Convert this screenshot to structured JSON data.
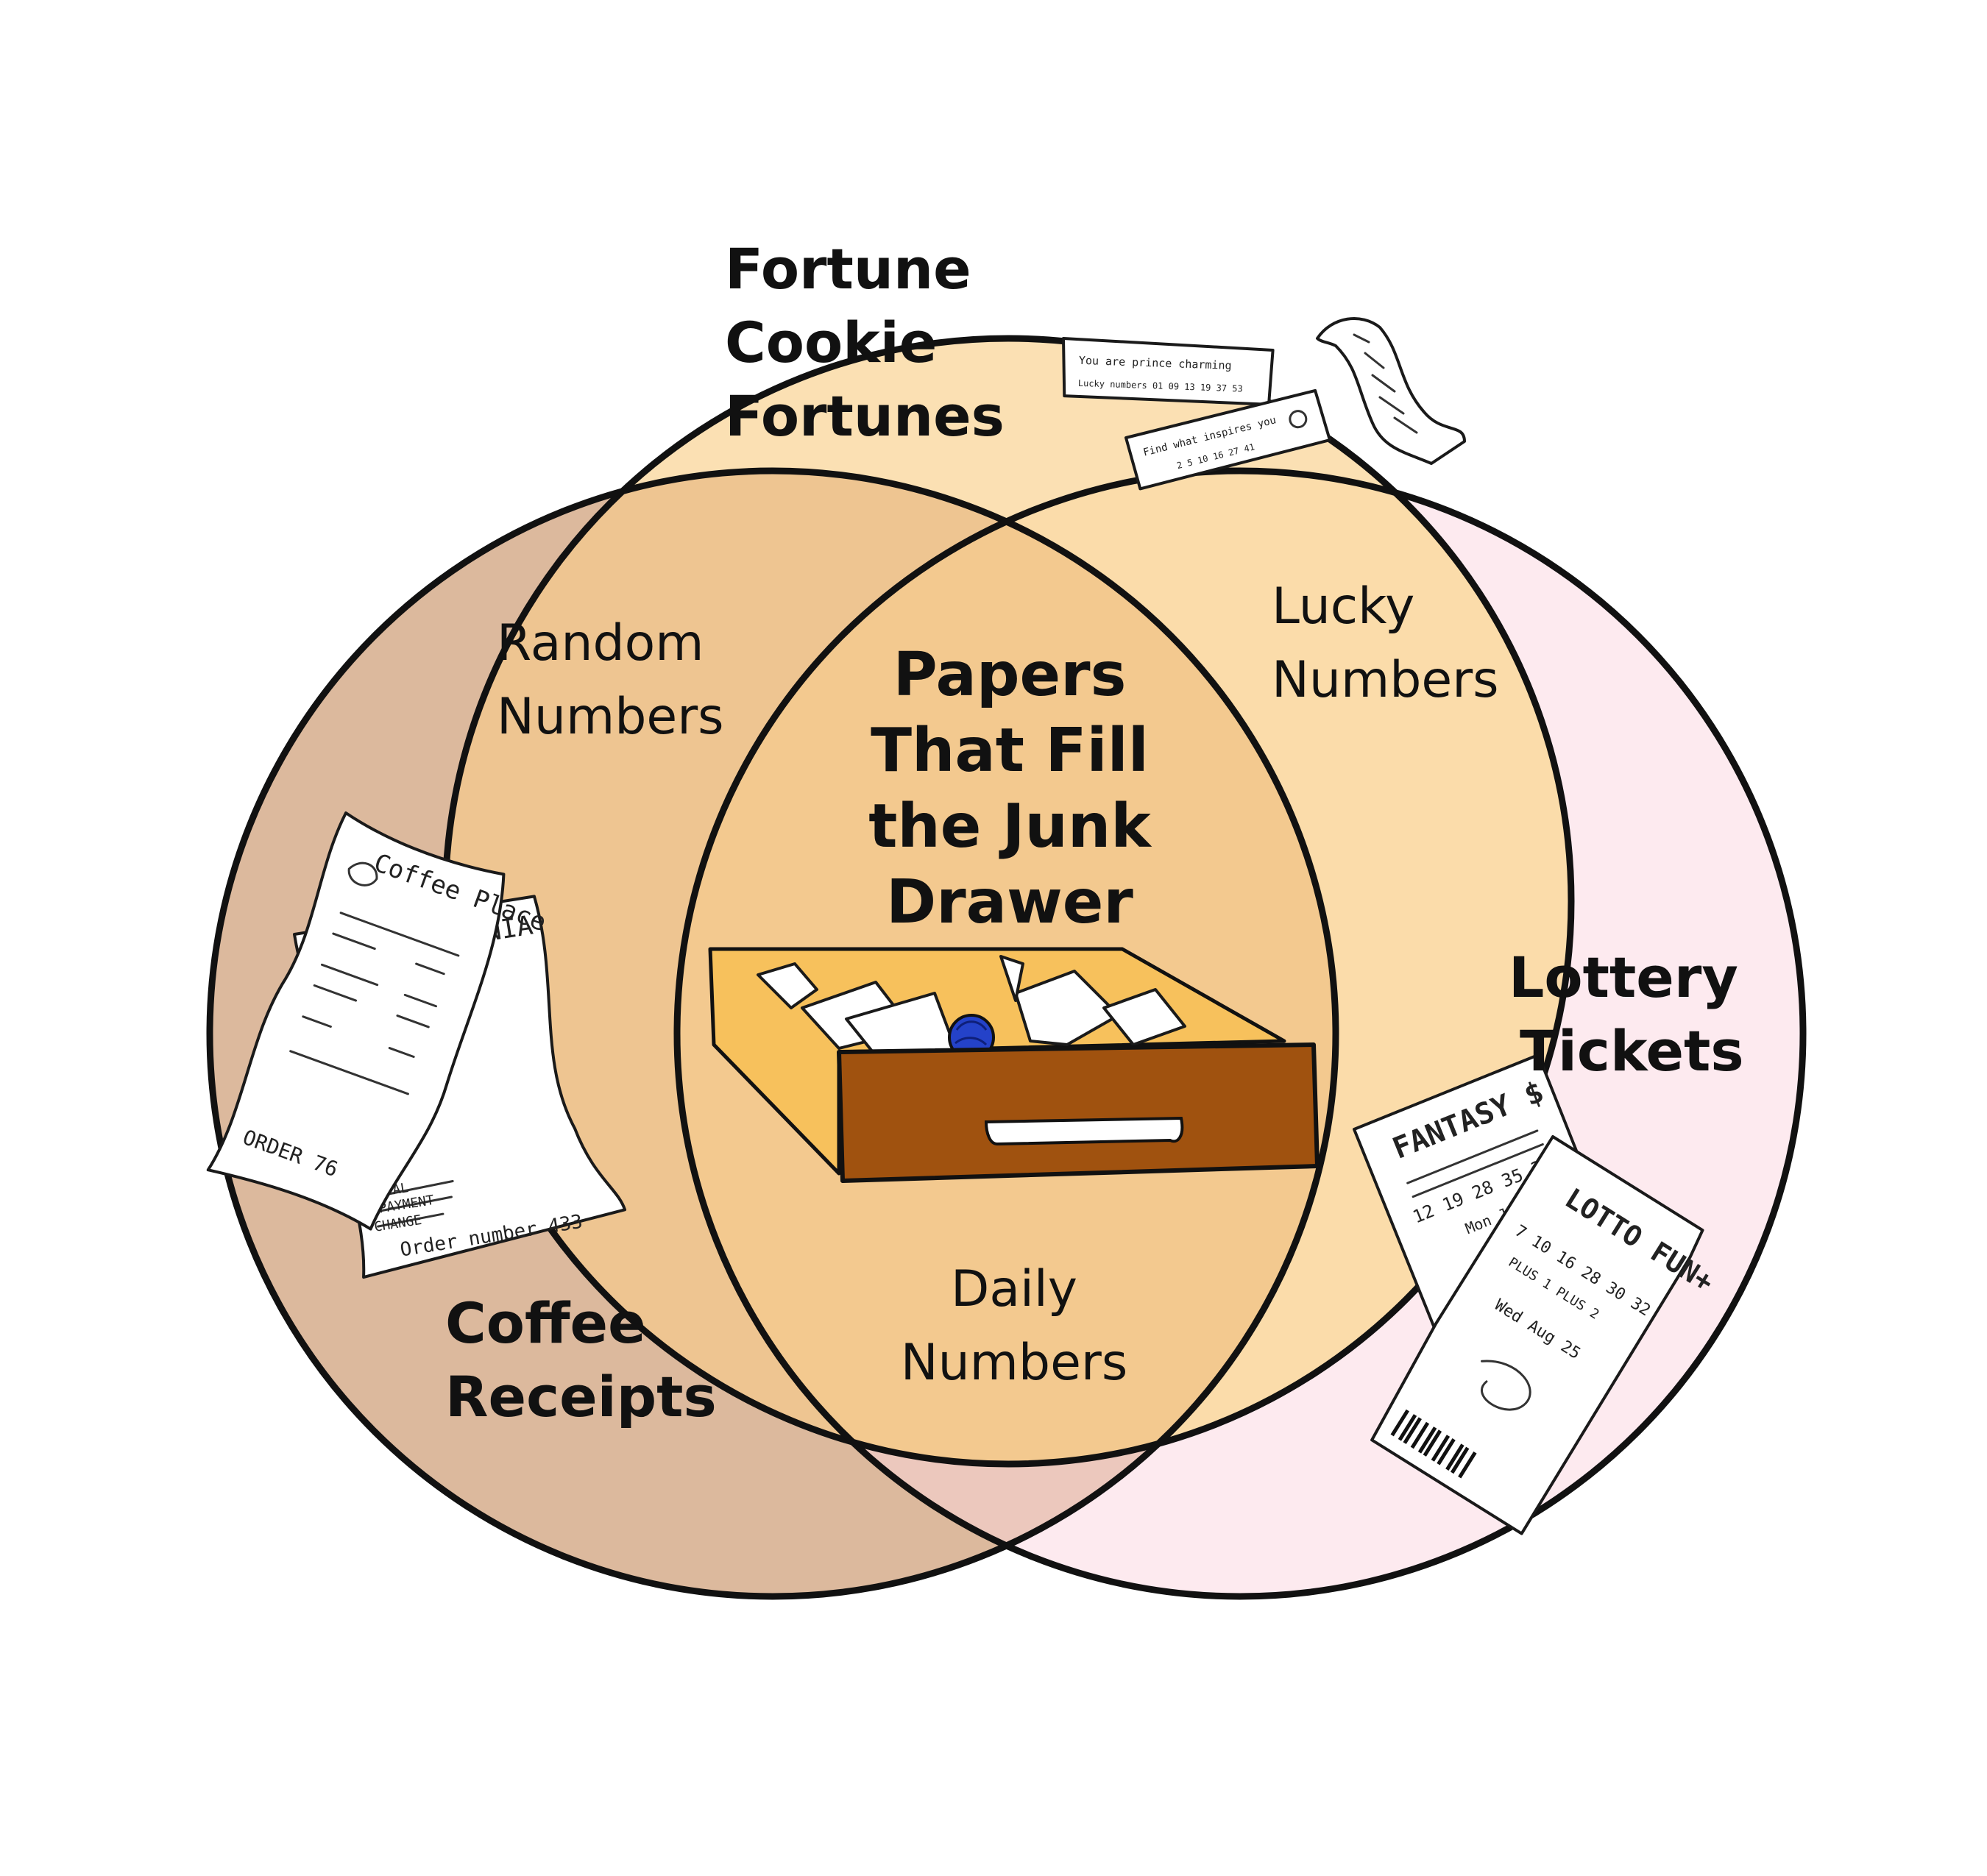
{
  "diagram": {
    "type": "venn-3",
    "colors": {
      "fortune": "#fbe0b3",
      "coffee": "#dcb99d",
      "lottery": "#fdeaef",
      "fortune_coffee": "#eec591",
      "fortune_lottery": "#fbdcaa",
      "coffee_lottery": "#ecc8bd",
      "center": "#f3c98f",
      "outline": "#111111",
      "drawer_inside": "#f7c15c",
      "drawer_front": "#a0520f",
      "yarn": "#2442c9"
    },
    "sets": {
      "fortune": {
        "title_lines": [
          "Fortune",
          "Cookie",
          "Fortunes"
        ]
      },
      "coffee": {
        "title_lines": [
          "Coffee",
          "Receipts"
        ]
      },
      "lottery": {
        "title_lines": [
          "Lottery",
          "Tickets"
        ]
      }
    },
    "overlaps": {
      "fortune_coffee": {
        "label_lines": [
          "Random",
          "Numbers"
        ]
      },
      "fortune_lottery": {
        "label_lines": [
          "Lucky",
          "Numbers"
        ]
      },
      "coffee_lottery": {
        "label_lines": [
          "Daily",
          "Numbers"
        ]
      }
    },
    "center": {
      "title_lines": [
        "Papers",
        "That Fill",
        "the Junk",
        "Drawer"
      ],
      "icon": "junk-drawer-icon"
    }
  },
  "fortune_slips": {
    "icon": "fortune-slip-icon",
    "slip1_line1": "You are prince charming",
    "slip1_line2": "Lucky numbers 01 09 13 19 37 53",
    "slip2_line1": "Find what inspires you",
    "slip2_line2": "2 5 10 16 27 41"
  },
  "coffee_receipt": {
    "icon": "receipt-icon",
    "header": "Coffee Place",
    "order": "ORDER 76",
    "second_receipt_header": "ANIA",
    "order_number": "Order number 433",
    "total_lines": [
      "TOTAL",
      "PAYMENT",
      "CHANGE"
    ]
  },
  "lottery_tickets": {
    "icon": "lottery-ticket-icon",
    "ticket1_brand": "FANTASY $",
    "ticket1_numbers": "12 19 28 35 39",
    "ticket1_date": "Mon July 19",
    "ticket2_brand": "LOTTO FUN+",
    "ticket2_numbers": "7 10 16 28 30 32",
    "ticket2_extra": "PLUS 1  PLUS 2",
    "ticket2_date": "Wed Aug 25"
  }
}
